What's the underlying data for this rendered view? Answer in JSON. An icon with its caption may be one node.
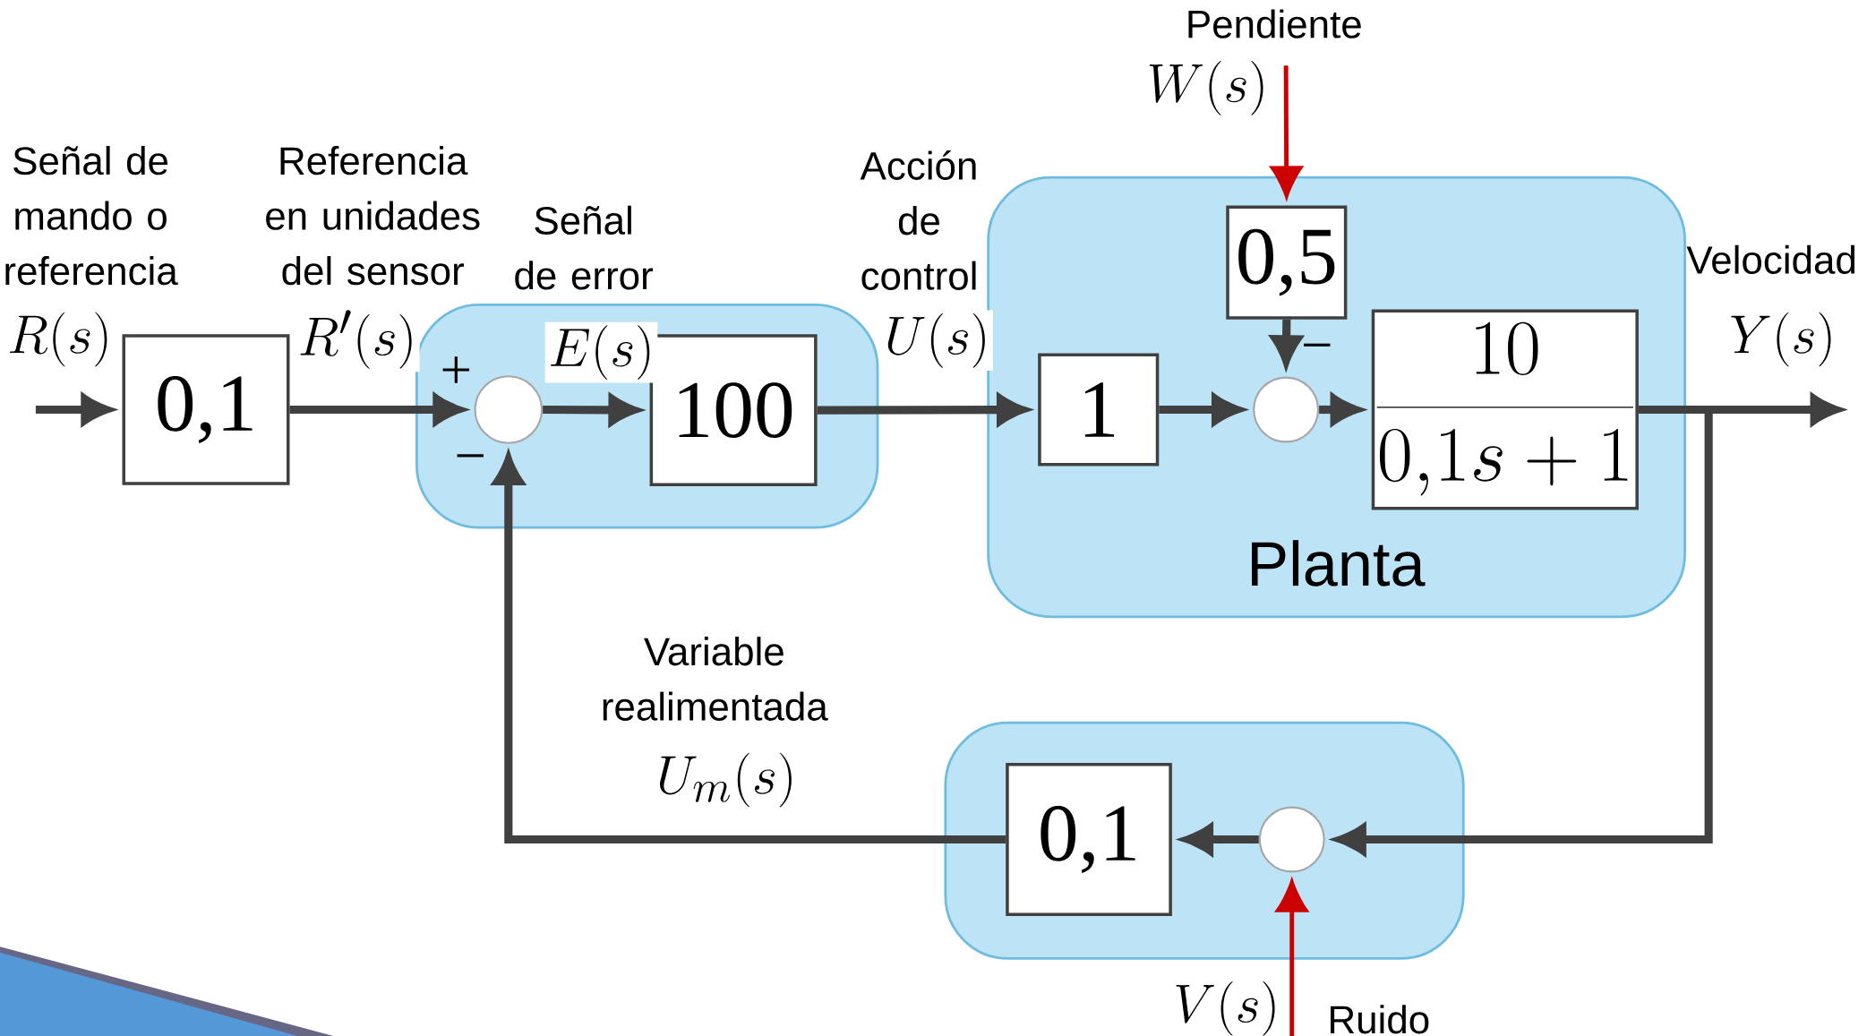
{
  "diagram": {
    "nodes": [
      {
        "text": [
          "0,1"
        ]
      },
      {
        "text": [],
        "shape": "box"
      },
      {
        "text": [],
        "shape": "circle",
        "in": 1,
        "beside": [
          "+",
          "−"
        ]
      },
      {
        "text": [
          "100"
        ],
        "in": 1
      },
      {
        "text": [
          "Planta"
        ]
      },
      {
        "text": [
          "0,5"
        ],
        "in": 4
      },
      {
        "text": [
          "1"
        ],
        "in": 4
      },
      {
        "text": [],
        "shape": "circle",
        "in": 4,
        "beside": [
          "−"
        ]
      },
      {
        "text": [
          "\\frac{10}{0{,}1s+1}"
        ],
        "in": 4
      },
      {
        "text": [],
        "shape": "box"
      },
      {
        "text": [
          "0,1"
        ],
        "in": 9
      },
      {
        "text": [],
        "shape": "circle",
        "in": 9
      }
    ],
    "edges": [
      {
        "from": null,
        "to": 0,
        "arrow": "to",
        "label": "R(s)"
      },
      {
        "from": 0,
        "to": 2,
        "arrow": "to",
        "label": "R'(s)"
      },
      {
        "from": 2,
        "to": 3,
        "arrow": "to",
        "label": "E(s)"
      },
      {
        "from": 3,
        "to": 6,
        "arrow": "to",
        "label": "U(s)"
      },
      {
        "from": 6,
        "to": 7,
        "arrow": "to"
      },
      {
        "from": 5,
        "to": 7,
        "arrow": "to"
      },
      {
        "from": 7,
        "to": 8,
        "arrow": "to"
      },
      {
        "from": 8,
        "to": null,
        "arrow": "to",
        "label": "Y(s)"
      },
      {
        "from": 8,
        "to": 11,
        "arrow": "to"
      },
      {
        "from": 11,
        "to": 10,
        "arrow": "to"
      },
      {
        "from": 10,
        "to": 2,
        "arrow": "to",
        "label": "U_m(s)"
      },
      {
        "from": null,
        "to": 5,
        "arrow": "to",
        "label": "W(s)",
        "color": "#cc0000"
      },
      {
        "from": null,
        "to": 11,
        "arrow": "to",
        "label": "V(s)",
        "color": "#cc0000"
      }
    ],
    "labels": [
      "Señal de mando o referencia",
      "Referencia en unidades del sensor",
      "Señal de error",
      "Acción de control",
      "Pendiente",
      "Velocidad",
      "Variable realimentada",
      "Ruido"
    ]
  }
}
